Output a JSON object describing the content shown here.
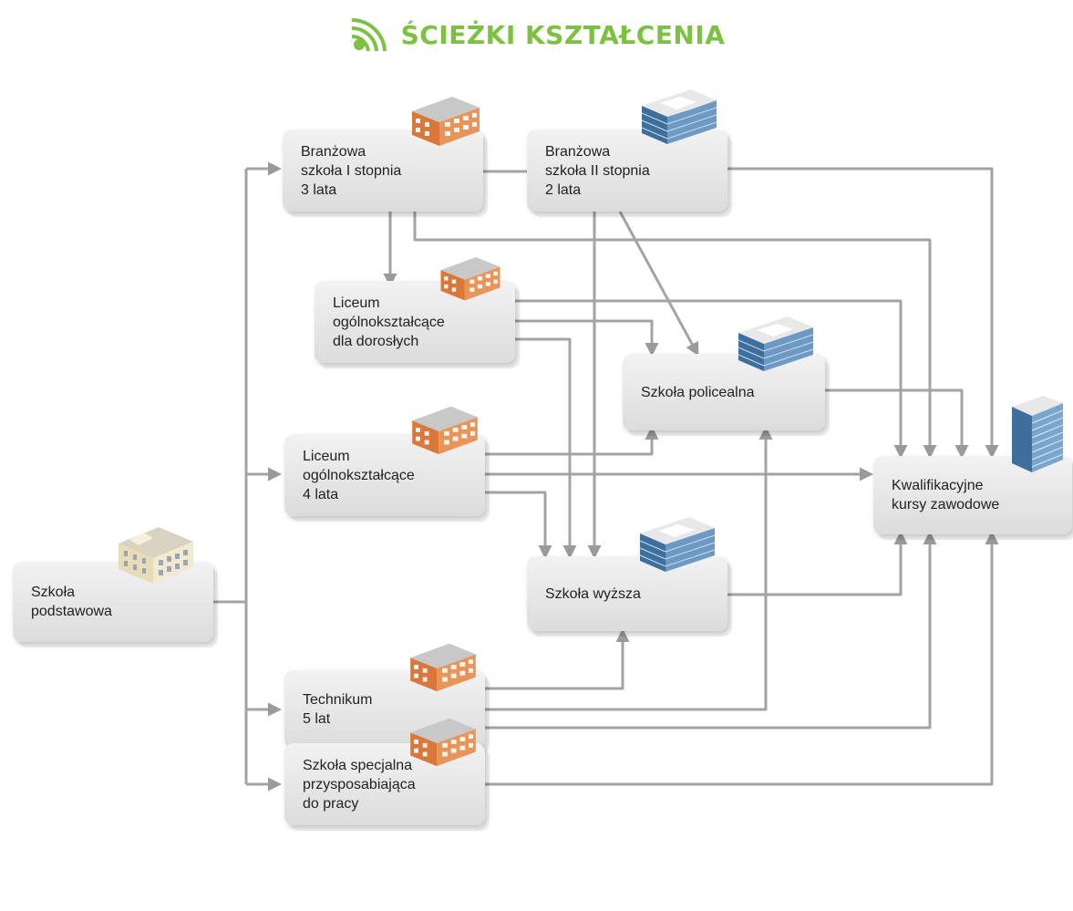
{
  "title": "ŚCIEŻKI KSZTAŁCENIA",
  "accent_color": "#7dc142",
  "icons": {
    "title": "signal-icon",
    "brick": "brick-building-icon",
    "glass": "glass-office-building-icon",
    "tower": "glass-tower-building-icon",
    "classic": "classic-school-building-icon"
  },
  "nodes": {
    "podstawowa": {
      "label": "Szkoła\npodstawowa"
    },
    "branzowa1": {
      "label": "Branżowa\nszkoła I stopnia\n3 lata"
    },
    "branzowa2": {
      "label": "Branżowa\nszkoła II stopnia\n2 lata"
    },
    "lo_dorosli": {
      "label": "Liceum\nogólnokształcące\ndla dorosłych"
    },
    "policealna": {
      "label": "Szkoła policealna"
    },
    "lo": {
      "label": "Liceum\nogólnokształcące\n4 lata"
    },
    "kkz": {
      "label": "Kwalifikacyjne\nkursy zawodowe"
    },
    "wyzsza": {
      "label": "Szkoła wyższa"
    },
    "technikum": {
      "label": "Technikum\n5 lat"
    },
    "specjalna": {
      "label": "Szkoła specjalna\nprzysposabiająca\ndo pracy"
    }
  }
}
